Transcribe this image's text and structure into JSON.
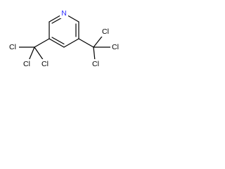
{
  "molecule": {
    "colors": {
      "nitrogen": "#2f2fff",
      "chlorine": "#000000",
      "bond": "#000000"
    },
    "atoms": [
      {
        "id": "n1",
        "label": "N",
        "element": "nitrogen"
      },
      {
        "id": "cl1",
        "label": "Cl",
        "element": "chlorine"
      },
      {
        "id": "cl2",
        "label": "Cl",
        "element": "chlorine"
      },
      {
        "id": "cl3",
        "label": "Cl",
        "element": "chlorine"
      },
      {
        "id": "cl4",
        "label": "Cl",
        "element": "chlorine"
      },
      {
        "id": "cl5",
        "label": "Cl",
        "element": "chlorine"
      },
      {
        "id": "cl6",
        "label": "Cl",
        "element": "chlorine"
      }
    ]
  }
}
